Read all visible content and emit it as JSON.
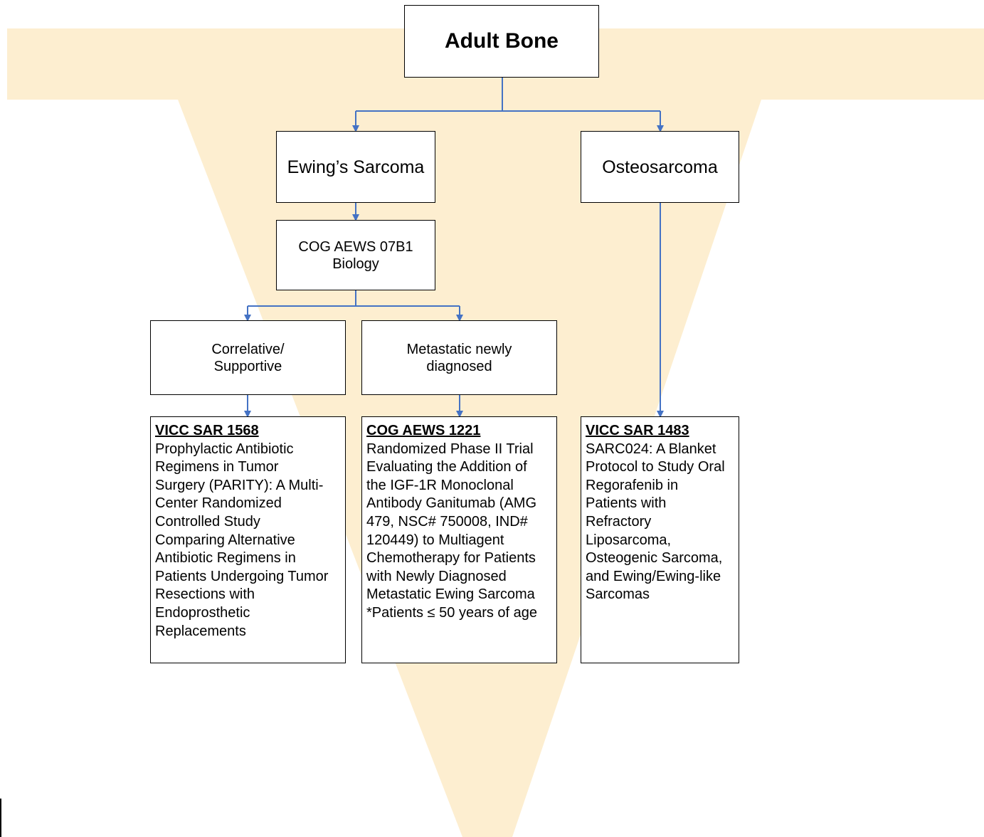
{
  "theme": {
    "watermark_color": "#fdeed0",
    "connector_color": "#4472c4",
    "box_border": "#000000"
  },
  "diagram": {
    "root": {
      "label": "Adult Bone"
    },
    "ewing": {
      "label": "Ewing’s Sarcoma"
    },
    "osteo": {
      "label": "Osteosarcoma"
    },
    "biology": {
      "label": "COG AEWS 07B1\nBiology"
    },
    "correlative": {
      "label": "Correlative/\nSupportive"
    },
    "metastatic": {
      "label": "Metastatic newly\ndiagnosed"
    },
    "trial_1568": {
      "id": "VICC SAR 1568",
      "description": "Prophylactic Antibiotic\nRegimens in Tumor\nSurgery (PARITY): A Multi-\nCenter Randomized\nControlled Study\nComparing Alternative\nAntibiotic Regimens in\nPatients Undergoing Tumor\nResections with\nEndoprosthetic\nReplacements"
    },
    "trial_1221": {
      "id": "COG AEWS 1221",
      "description": "Randomized Phase II Trial\nEvaluating the Addition of\nthe IGF-1R Monoclonal\nAntibody Ganitumab (AMG\n479, NSC# 750008, IND#\n120449) to Multiagent\nChemotherapy for Patients\nwith Newly Diagnosed\nMetastatic Ewing Sarcoma\n*Patients ≤ 50 years of age"
    },
    "trial_1483": {
      "id": "VICC SAR 1483",
      "description": "SARC024: A Blanket\nProtocol to Study Oral\nRegorafenib in\nPatients with\nRefractory\nLiposarcoma,\nOsteogenic Sarcoma,\nand Ewing/Ewing-like\nSarcomas"
    }
  }
}
